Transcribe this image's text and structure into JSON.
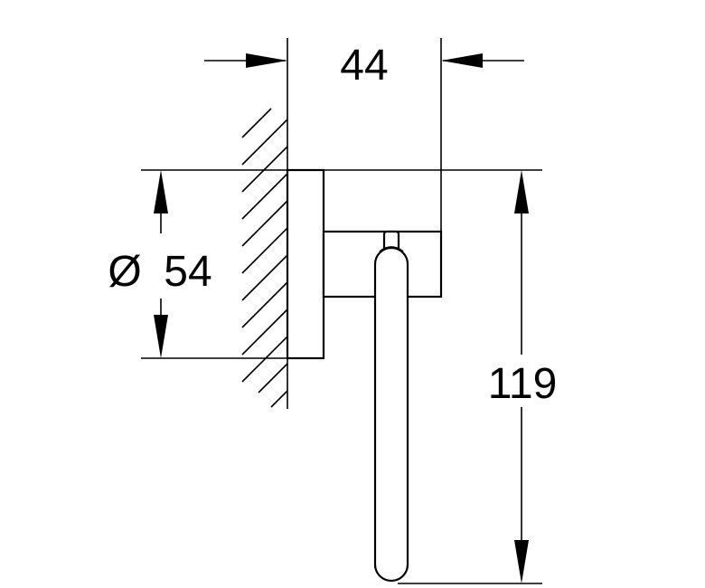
{
  "dimensions": {
    "depth": "44",
    "diameter_symbol": "Ø",
    "diameter": "54",
    "height": "119"
  },
  "colors": {
    "line": "#000000",
    "background": "#ffffff"
  }
}
